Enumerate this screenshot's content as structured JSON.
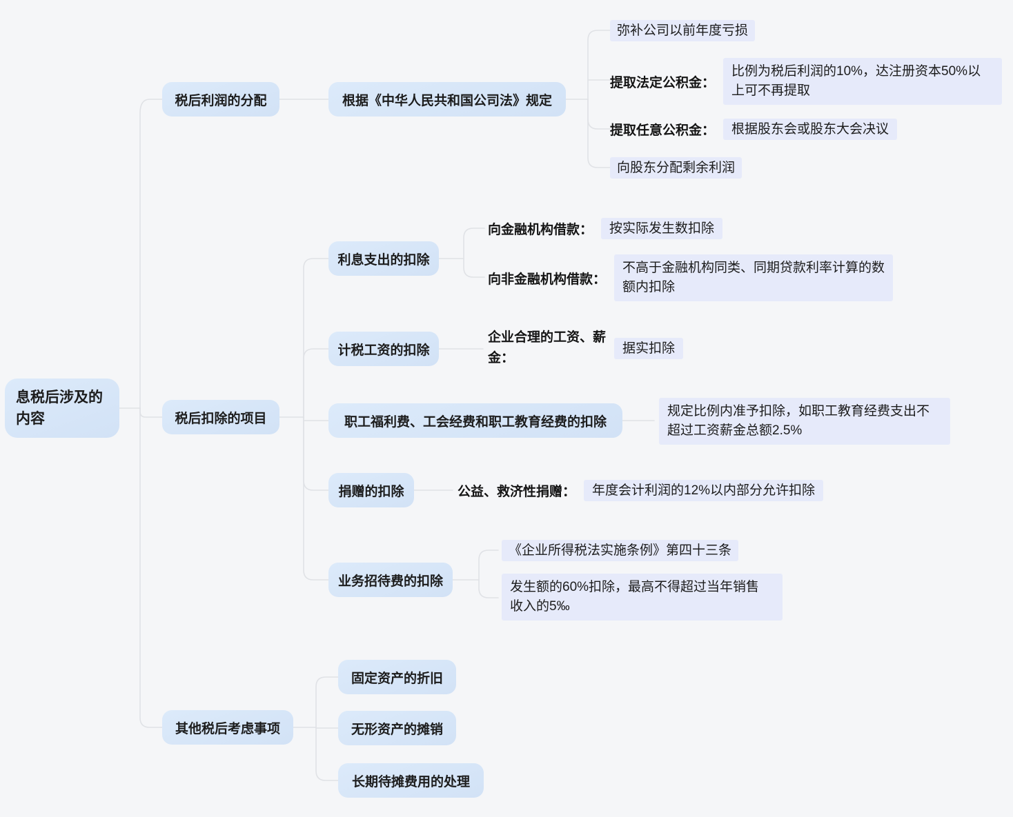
{
  "colors": {
    "background": "#f5f6f8",
    "node_fill_top": "#dceafa",
    "node_fill_bottom": "#d2e2f6",
    "highlight_fill": "#e6eafa",
    "connector": "#e0e2e6",
    "text": "#1c1c1c"
  },
  "mindmap": {
    "root": "息税后涉及的\n内容",
    "profit_distribution": {
      "label": "税后利润的分配",
      "company_law": "根据《中华人民共和国公司法》规定",
      "cover_prior_losses": "弥补公司以前年度亏损",
      "statutory_reserve": {
        "key": "提取法定公积金：",
        "value": "比例为税后利润的10%，达注册资本50%以\n上可不再提取"
      },
      "discretionary_reserve": {
        "key": "提取任意公积金：",
        "value": "根据股东会或股东大会决议"
      },
      "distribute_remaining": "向股东分配剩余利润"
    },
    "post_tax_deductions": {
      "label": "税后扣除的项目",
      "interest": {
        "label": "利息支出的扣除",
        "financial": {
          "key": "向金融机构借款：",
          "value": "按实际发生数扣除"
        },
        "non_financial": {
          "key": "向非金融机构借款：",
          "value": "不高于金融机构同类、同期贷款利率计算的数\n额内扣除"
        }
      },
      "taxable_wages": {
        "label": "计税工资的扣除",
        "reasonable": {
          "key": "企业合理的工资、薪\n金：",
          "value": "据实扣除"
        }
      },
      "welfare": {
        "label": "职工福利费、工会经费和职工教育经费的扣除",
        "value": "规定比例内准予扣除，如职工教育经费支出不\n超过工资薪金总额2.5%"
      },
      "donations": {
        "label": "捐赠的扣除",
        "public_welfare": {
          "key": "公益、救济性捐赠：",
          "value": "年度会计利润的12%以内部分允许扣除"
        }
      },
      "entertainment": {
        "label": "业务招待费的扣除",
        "regulation": "《企业所得税法实施条例》第四十三条",
        "rule": "发生额的60%扣除，最高不得超过当年销售\n收入的5‰"
      }
    },
    "other": {
      "label": "其他税后考虑事项",
      "fixed_assets": "固定资产的折旧",
      "intangible_assets": "无形资产的摊销",
      "long_term_expenses": "长期待摊费用的处理"
    }
  }
}
